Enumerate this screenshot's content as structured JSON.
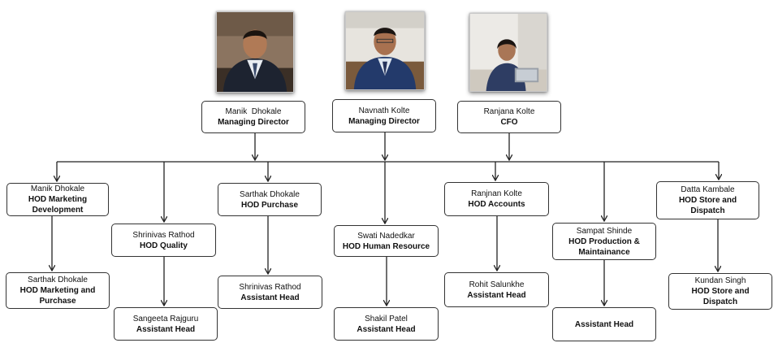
{
  "top": [
    {
      "name": "Manik  Dhokale",
      "role": "Managing Director"
    },
    {
      "name": "Navnath Kolte",
      "role": "Managing Director"
    },
    {
      "name": "Ranjana Kolte",
      "role": "CFO"
    }
  ],
  "hods": [
    {
      "name": "Manik Dhokale",
      "role": "HOD Marketing Development"
    },
    {
      "name": "Shrinivas Rathod",
      "role": "HOD Quality"
    },
    {
      "name": "Sarthak Dhokale",
      "role": "HOD Purchase"
    },
    {
      "name": "Swati Nadedkar",
      "role": "HOD Human Resource"
    },
    {
      "name": "Ranjnan Kolte",
      "role": "HOD Accounts"
    },
    {
      "name": "Sampat Shinde",
      "role": "HOD Production & Maintainance"
    },
    {
      "name": "Datta Kambale",
      "role": "HOD Store and Dispatch"
    }
  ],
  "subs": [
    {
      "name": "Sarthak Dhokale",
      "role": "HOD Marketing and Purchase"
    },
    {
      "name": "Sangeeta Rajguru",
      "role": "Assistant Head"
    },
    {
      "name": "Shrinivas Rathod",
      "role": "Assistant Head"
    },
    {
      "name": "Shakil Patel",
      "role": "Assistant Head"
    },
    {
      "name": "Rohit Salunkhe",
      "role": "Assistant Head"
    },
    {
      "name": "",
      "role": "Assistant Head"
    },
    {
      "name": "Kundan Singh",
      "role": "HOD Store and Dispatch"
    }
  ]
}
